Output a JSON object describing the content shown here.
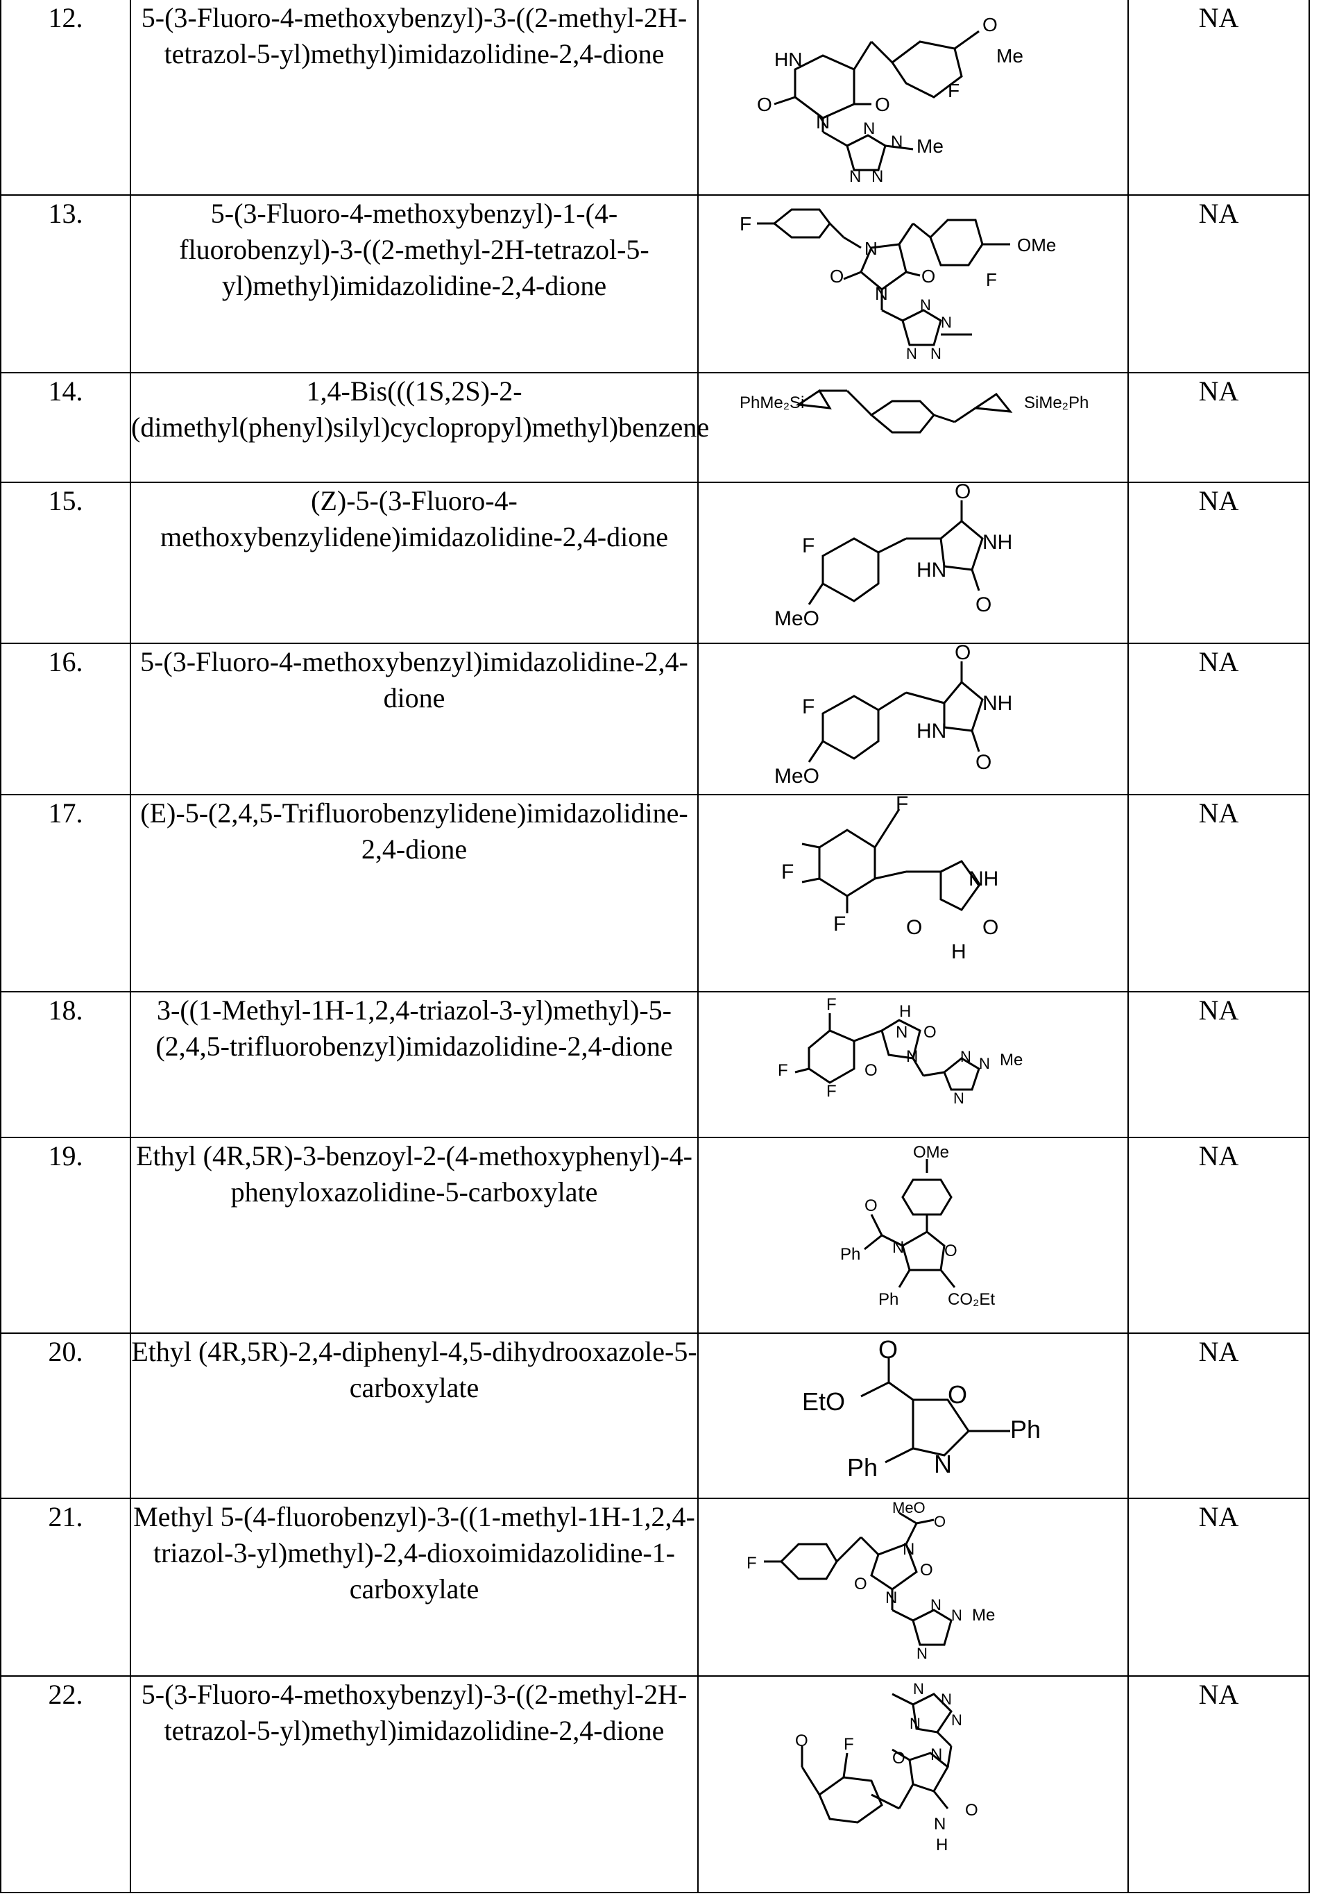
{
  "table": {
    "rows": [
      {
        "num": "12.",
        "name": "5-(3-Fluoro-4-methoxybenzyl)-3-((2-methyl-2H-tetrazol-5-yl)methyl)imidazolidine-2,4-dione",
        "activity": "NA",
        "labels": {
          "hn": "HN",
          "o1": "O",
          "me": "Me",
          "f": "F",
          "o2": "O",
          "o3": "O",
          "n": "N",
          "n1": "N",
          "n2": "N",
          "n3": "N",
          "n4": "N",
          "me2": "Me"
        }
      },
      {
        "num": "13.",
        "name": "5-(3-Fluoro-4-methoxybenzyl)-1-(4-fluorobenzyl)-3-((2-methyl-2H-tetrazol-5-yl)methyl)imidazolidine-2,4-dione",
        "activity": "NA",
        "labels": {
          "f1": "F",
          "n1": "N",
          "ome": "OMe",
          "f2": "F",
          "o1": "O",
          "o2": "O",
          "n2": "N",
          "t1": "N",
          "t2": "N",
          "t3": "N",
          "t4": "N"
        }
      },
      {
        "num": "14.",
        "name": "1,4-Bis(((1S,2S)-2-(dimethyl(phenyl)silyl)cyclopropyl)methyl)benzene",
        "activity": "NA",
        "labels": {
          "left": "PhMe₂Si",
          "right": "SiMe₂Ph"
        }
      },
      {
        "num": "15.",
        "name": "(Z)-5-(3-Fluoro-4-methoxybenzylidene)imidazolidine-2,4-dione",
        "activity": "NA",
        "labels": {
          "o1": "O",
          "nh": "NH",
          "f": "F",
          "hn": "HN",
          "o2": "O",
          "meo": "MeO"
        }
      },
      {
        "num": "16.",
        "name": "5-(3-Fluoro-4-methoxybenzyl)imidazolidine-2,4-dione",
        "activity": "NA",
        "labels": {
          "o1": "O",
          "nh": "NH",
          "f": "F",
          "hn": "HN",
          "o2": "O",
          "meo": "MeO"
        }
      },
      {
        "num": "17.",
        "name": "(E)-5-(2,4,5-Trifluorobenzylidene)imidazolidine-2,4-dione",
        "activity": "NA",
        "labels": {
          "f1": "F",
          "f2": "F",
          "f3": "F",
          "nh": "NH",
          "o1": "O",
          "o2": "O",
          "h": "H"
        }
      },
      {
        "num": "18.",
        "name": "3-((1-Methyl-1H-1,2,4-triazol-3-yl)methyl)-5-(2,4,5-trifluorobenzyl)imidazolidine-2,4-dione",
        "activity": "NA",
        "labels": {
          "f1": "F",
          "h": "H",
          "nh": "N",
          "o1": "O",
          "f2": "F",
          "o2": "O",
          "n": "N",
          "t1": "N",
          "t2": "N",
          "me": "Me",
          "f3": "F",
          "t3": "N"
        }
      },
      {
        "num": "19.",
        "name": "Ethyl (4R,5R)-3-benzoyl-2-(4-methoxyphenyl)-4-phenyloxazolidine-5-carboxylate",
        "activity": "NA",
        "labels": {
          "ome": "OMe",
          "o1": "O",
          "n": "N",
          "o2": "O",
          "ph1": "Ph",
          "ph2": "Ph",
          "co2et": "CO₂Et"
        }
      },
      {
        "num": "20.",
        "name": "Ethyl (4R,5R)-2,4-diphenyl-4,5-dihydrooxazole-5-carboxylate",
        "activity": "NA",
        "labels": {
          "o1": "O",
          "eto": "EtO",
          "o2": "O",
          "ph1": "Ph",
          "ph2": "Ph",
          "n": "N"
        }
      },
      {
        "num": "21.",
        "name": "Methyl 5-(4-fluorobenzyl)-3-((1-methyl-1H-1,2,4-triazol-3-yl)methyl)-2,4-dioxoimidazolidine-1-carboxylate",
        "activity": "NA",
        "labels": {
          "meo": "MeO",
          "o1": "O",
          "f": "F",
          "n1": "N",
          "o2": "O",
          "o3": "O",
          "n2": "N",
          "t1": "N",
          "t2": "N",
          "me": "Me",
          "t3": "N"
        }
      },
      {
        "num": "22.",
        "name": "5-(3-Fluoro-4-methoxybenzyl)-3-((2-methyl-2H-tetrazol-5-yl)methyl)imidazolidine-2,4-dione",
        "activity": "NA",
        "labels": {
          "t1": "N",
          "t2": "N",
          "t3": "N",
          "t4": "N",
          "o": "O",
          "f": "F",
          "o1": "O",
          "n": "N",
          "o2": "O",
          "h": "H",
          "n2": "N"
        }
      }
    ]
  }
}
